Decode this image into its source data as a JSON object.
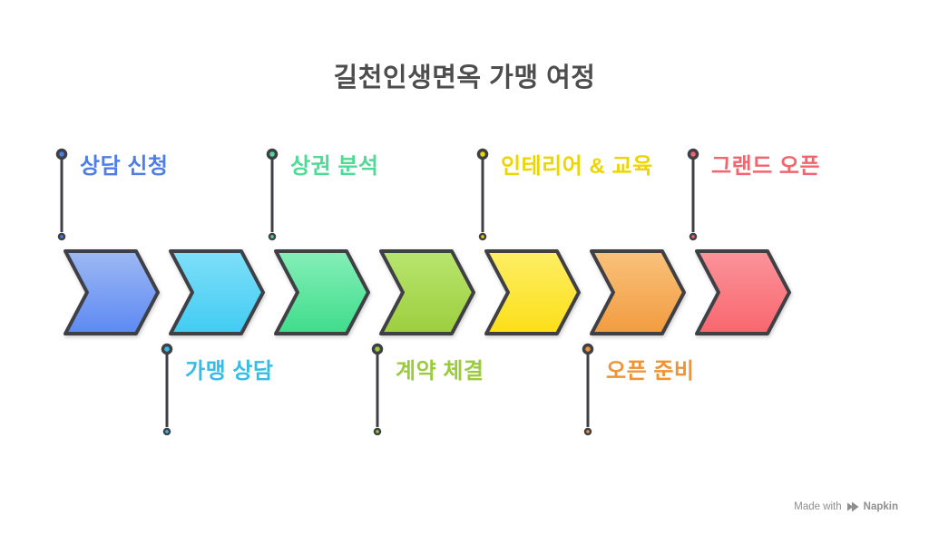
{
  "title": "길천인생면옥 가맹 여정",
  "diagram_type": "process-flow-chevrons",
  "direction": "left-to-right",
  "theme": {
    "background": "#FFFFFF",
    "outline": "#3F3F46",
    "title_color": "#4D4D4D",
    "watermark_color": "#8E8E8E"
  },
  "steps": [
    {
      "index": 1,
      "label": "상담 신청",
      "position": "above",
      "label_color": "#4D7EE8",
      "arrow_top": "#9DB8F3",
      "arrow_bottom": "#5C89F3"
    },
    {
      "index": 2,
      "label": "가맹 상담",
      "position": "below",
      "label_color": "#35BDE8",
      "arrow_top": "#7EDFF8",
      "arrow_bottom": "#41CBF3"
    },
    {
      "index": 3,
      "label": "상권 분석",
      "position": "above",
      "label_color": "#4FDA96",
      "arrow_top": "#85EFB7",
      "arrow_bottom": "#3FDC8B"
    },
    {
      "index": 4,
      "label": "계약 체결",
      "position": "below",
      "label_color": "#9ACB3D",
      "arrow_top": "#B8E56E",
      "arrow_bottom": "#9CCE3D"
    },
    {
      "index": 5,
      "label": "인테리어 & 교육",
      "position": "above",
      "label_color": "#EDD502",
      "arrow_top": "#FDEE66",
      "arrow_bottom": "#FCDF17"
    },
    {
      "index": 6,
      "label": "오픈 준비",
      "position": "below",
      "label_color": "#EE9434",
      "arrow_top": "#F9C27B",
      "arrow_bottom": "#F29B3F"
    },
    {
      "index": 7,
      "label": "그랜드 오픈",
      "position": "above",
      "label_color": "#F2646E",
      "arrow_top": "#FB939B",
      "arrow_bottom": "#F9666D"
    }
  ],
  "watermark": {
    "prefix": "Made with",
    "brand": "Napkin",
    "logo_icon": "double-chevron-right-icon"
  }
}
